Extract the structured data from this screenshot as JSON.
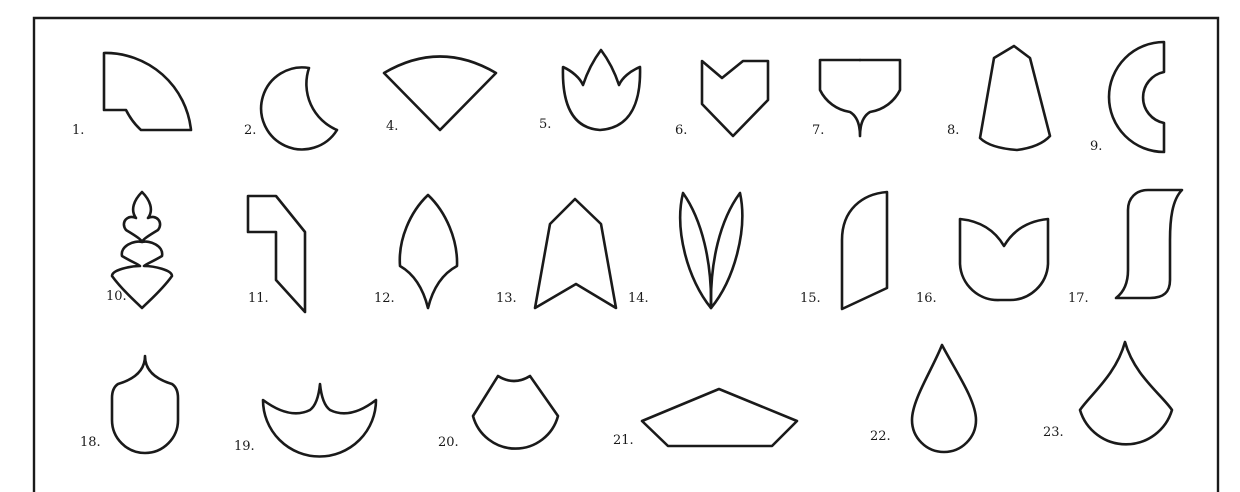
{
  "shapes": [
    {
      "id": "1",
      "label": "1.",
      "icon": "quarter-circle-shape"
    },
    {
      "id": "2",
      "label": "2.",
      "icon": "crescent-moon-shape"
    },
    {
      "id": "4",
      "label": "4.",
      "icon": "fan-sector-shape"
    },
    {
      "id": "5",
      "label": "5.",
      "icon": "tulip-shape"
    },
    {
      "id": "6",
      "label": "6.",
      "icon": "chevron-shape"
    },
    {
      "id": "7",
      "label": "7.",
      "icon": "bowl-with-point-shape"
    },
    {
      "id": "8",
      "label": "8.",
      "icon": "gem-shape"
    },
    {
      "id": "9",
      "label": "9.",
      "icon": "c-ring-shape"
    },
    {
      "id": "10",
      "label": "10.",
      "icon": "leafy-sprig-shape"
    },
    {
      "id": "11",
      "label": "11.",
      "icon": "angled-bracket-shape"
    },
    {
      "id": "12",
      "label": "12.",
      "icon": "pointed-leaf-shape"
    },
    {
      "id": "13",
      "label": "13.",
      "icon": "arrowhead-shape"
    },
    {
      "id": "14",
      "label": "14.",
      "icon": "double-leaf-shape"
    },
    {
      "id": "15",
      "label": "15.",
      "icon": "slanted-panel-shape"
    },
    {
      "id": "16",
      "label": "16.",
      "icon": "tulip-cup-shape"
    },
    {
      "id": "17",
      "label": "17.",
      "icon": "s-curve-panel-shape"
    },
    {
      "id": "18",
      "label": "18.",
      "icon": "shield-shape"
    },
    {
      "id": "19",
      "label": "19.",
      "icon": "crown-bowl-shape"
    },
    {
      "id": "20",
      "label": "20.",
      "icon": "notched-bowl-shape"
    },
    {
      "id": "21",
      "label": "21.",
      "icon": "flat-pentagon-shape"
    },
    {
      "id": "22",
      "label": "22.",
      "icon": "teardrop-shape"
    },
    {
      "id": "23",
      "label": "23.",
      "icon": "onion-dome-shape"
    }
  ],
  "colors": {
    "stroke": "#1a1a1a",
    "background": "#ffffff",
    "border": "#1a1a1a"
  }
}
